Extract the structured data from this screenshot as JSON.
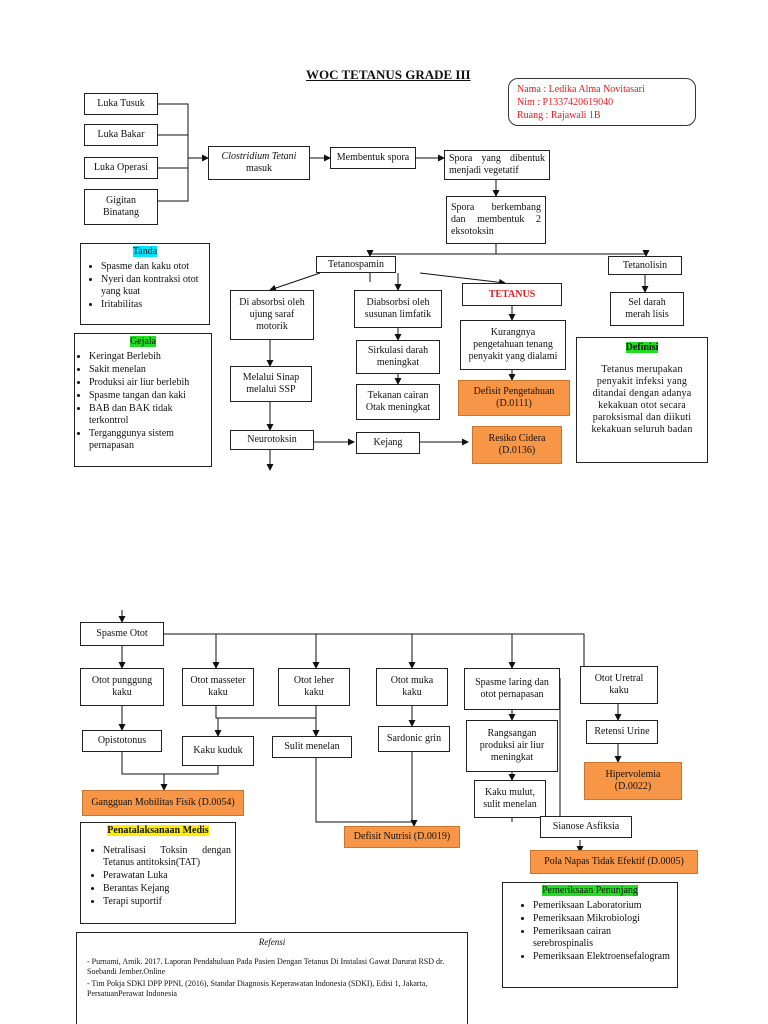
{
  "title": "WOC TETANUS GRADE III",
  "identity": {
    "nama": "Nama  : Ledika Alma Novitasari",
    "nim": "Nim     : P1337420619040",
    "ruang": "Ruang : Rajawali 1B"
  },
  "nodes": {
    "luka_tusuk": "Luka Tusuk",
    "luka_bakar": "Luka Bakar",
    "luka_operasi": "Luka Operasi",
    "gigitan": "Gigitan Binatang",
    "clostridium_italic": "Clostridium Tetani",
    "clostridium_rest": "masuk",
    "membentuk_spora": "Membentuk spora",
    "spora_vegetatif": "Spora yang dibentuk menjadi vegetatif",
    "spora_berkembang": "Spora berkembang dan membentuk 2 eksotoksin",
    "tetanospamin": "Tetanospamin",
    "tetanolisin": "Tetanolisin",
    "diabsorbsi_saraf": "Di absorbsi oleh ujung saraf motorik",
    "diabsorbsi_limfatik": "Diabsorbsi oleh susunan limfatik",
    "tetanus_label": "TETANUS",
    "sel_darah": "Sel darah merah lisis",
    "kurangnya": "Kurangnya pengetahuan tenang penyakit yang dialami",
    "sirkulasi": "Sirkulasi darah meningkat",
    "melalui_sinap": "Melalui Sinap melalui SSP",
    "tekanan_cairan": "Tekanan cairan Otak meningkat",
    "defisit_pengetahuan": "Defisit Pengetahuan (D.0111)",
    "neurotoksin": "Neurotoksin",
    "kejang": "Kejang",
    "resiko_cidera": "Resiko Cidera (D.0136)",
    "spasme_otot": "Spasme Otot",
    "otot_punggung": "Otot punggung kaku",
    "otot_masseter": "Otot masseter kaku",
    "otot_leher": "Otot leher kaku",
    "otot_muka": "Otot muka kaku",
    "spasme_laring": "Spasme laring dan otot pernapasan",
    "otot_uretral": "Otot Uretral kaku",
    "opistotonus": "Opistotonus",
    "kaku_kuduk": "Kaku kuduk",
    "sulit_menelan": "Sulit menelan",
    "sardonic": "Sardonic grin",
    "rangsangan": "Rangsangan produksi air liur meningkat",
    "retensi": "Retensi Urine",
    "hipervolemia": "Hipervolemia (D.0022)",
    "kaku_mulut": "Kaku mulut, sulit menelan",
    "gangguan_mobilitas": "Gangguan Mobilitas Fisik (D.0054)",
    "defisit_nutrisi": "Defisit Nutrisi (D.0019)",
    "sianose": "Sianose Asfiksia",
    "pola_napas": "Pola Napas Tidak Efektif (D.0005)"
  },
  "tanda": {
    "header": "Tanda",
    "items": [
      "Spasme dan kaku otot",
      "Nyeri dan kontraksi otot yang kuat",
      "Iritabilitas"
    ]
  },
  "gejala": {
    "header": "Gejala",
    "items": [
      "Keringat Berlebih",
      "Sakit menelan",
      "Produksi air liur berlebih",
      "Spasme tangan dan kaki",
      "BAB dan BAK tidak terkontrol",
      "Terganggunya sistem pernapasan"
    ]
  },
  "definisi": {
    "header": "Definisi",
    "text": "Tetanus merupakan penyakit infeksi yang ditandai dengan adanya kekakuan otot secara paroksismal dan diikuti kekakuan seluruh badan"
  },
  "penatalaksanaan": {
    "header": "Penatalaksanaan Medis",
    "items": [
      "Netralisasi Toksin dengan Tetanus antitoksin(TAT)",
      "Perawatan Luka",
      "Berantas Kejang",
      "Terapi suportif"
    ]
  },
  "pemeriksaan": {
    "header": "Pemeriksaan Penunjang",
    "items": [
      "Pemeriksaan Laboratorium",
      "Pemeriksaan Mikrobiologi",
      "Pemeriksaan cairan serebrospinalis",
      "Pemeriksaan Elektroensefalogram"
    ]
  },
  "referensi": {
    "header": "Refensi",
    "items": [
      "- Purnami, Amik. 2017. Laporan Pendahuluan Pada Pasien Dengan Tetanus Di Instalasi Gawat Darurat RSD dr. Soebandi Jember.Online",
      "- Tim Pokja SDKI DPP PPNI, (2016), Standar Diagnosis Keperawatan Indonesia (SDKI), Edisi 1, Jakarta, PersatuanPerawat Indonesia"
    ]
  }
}
